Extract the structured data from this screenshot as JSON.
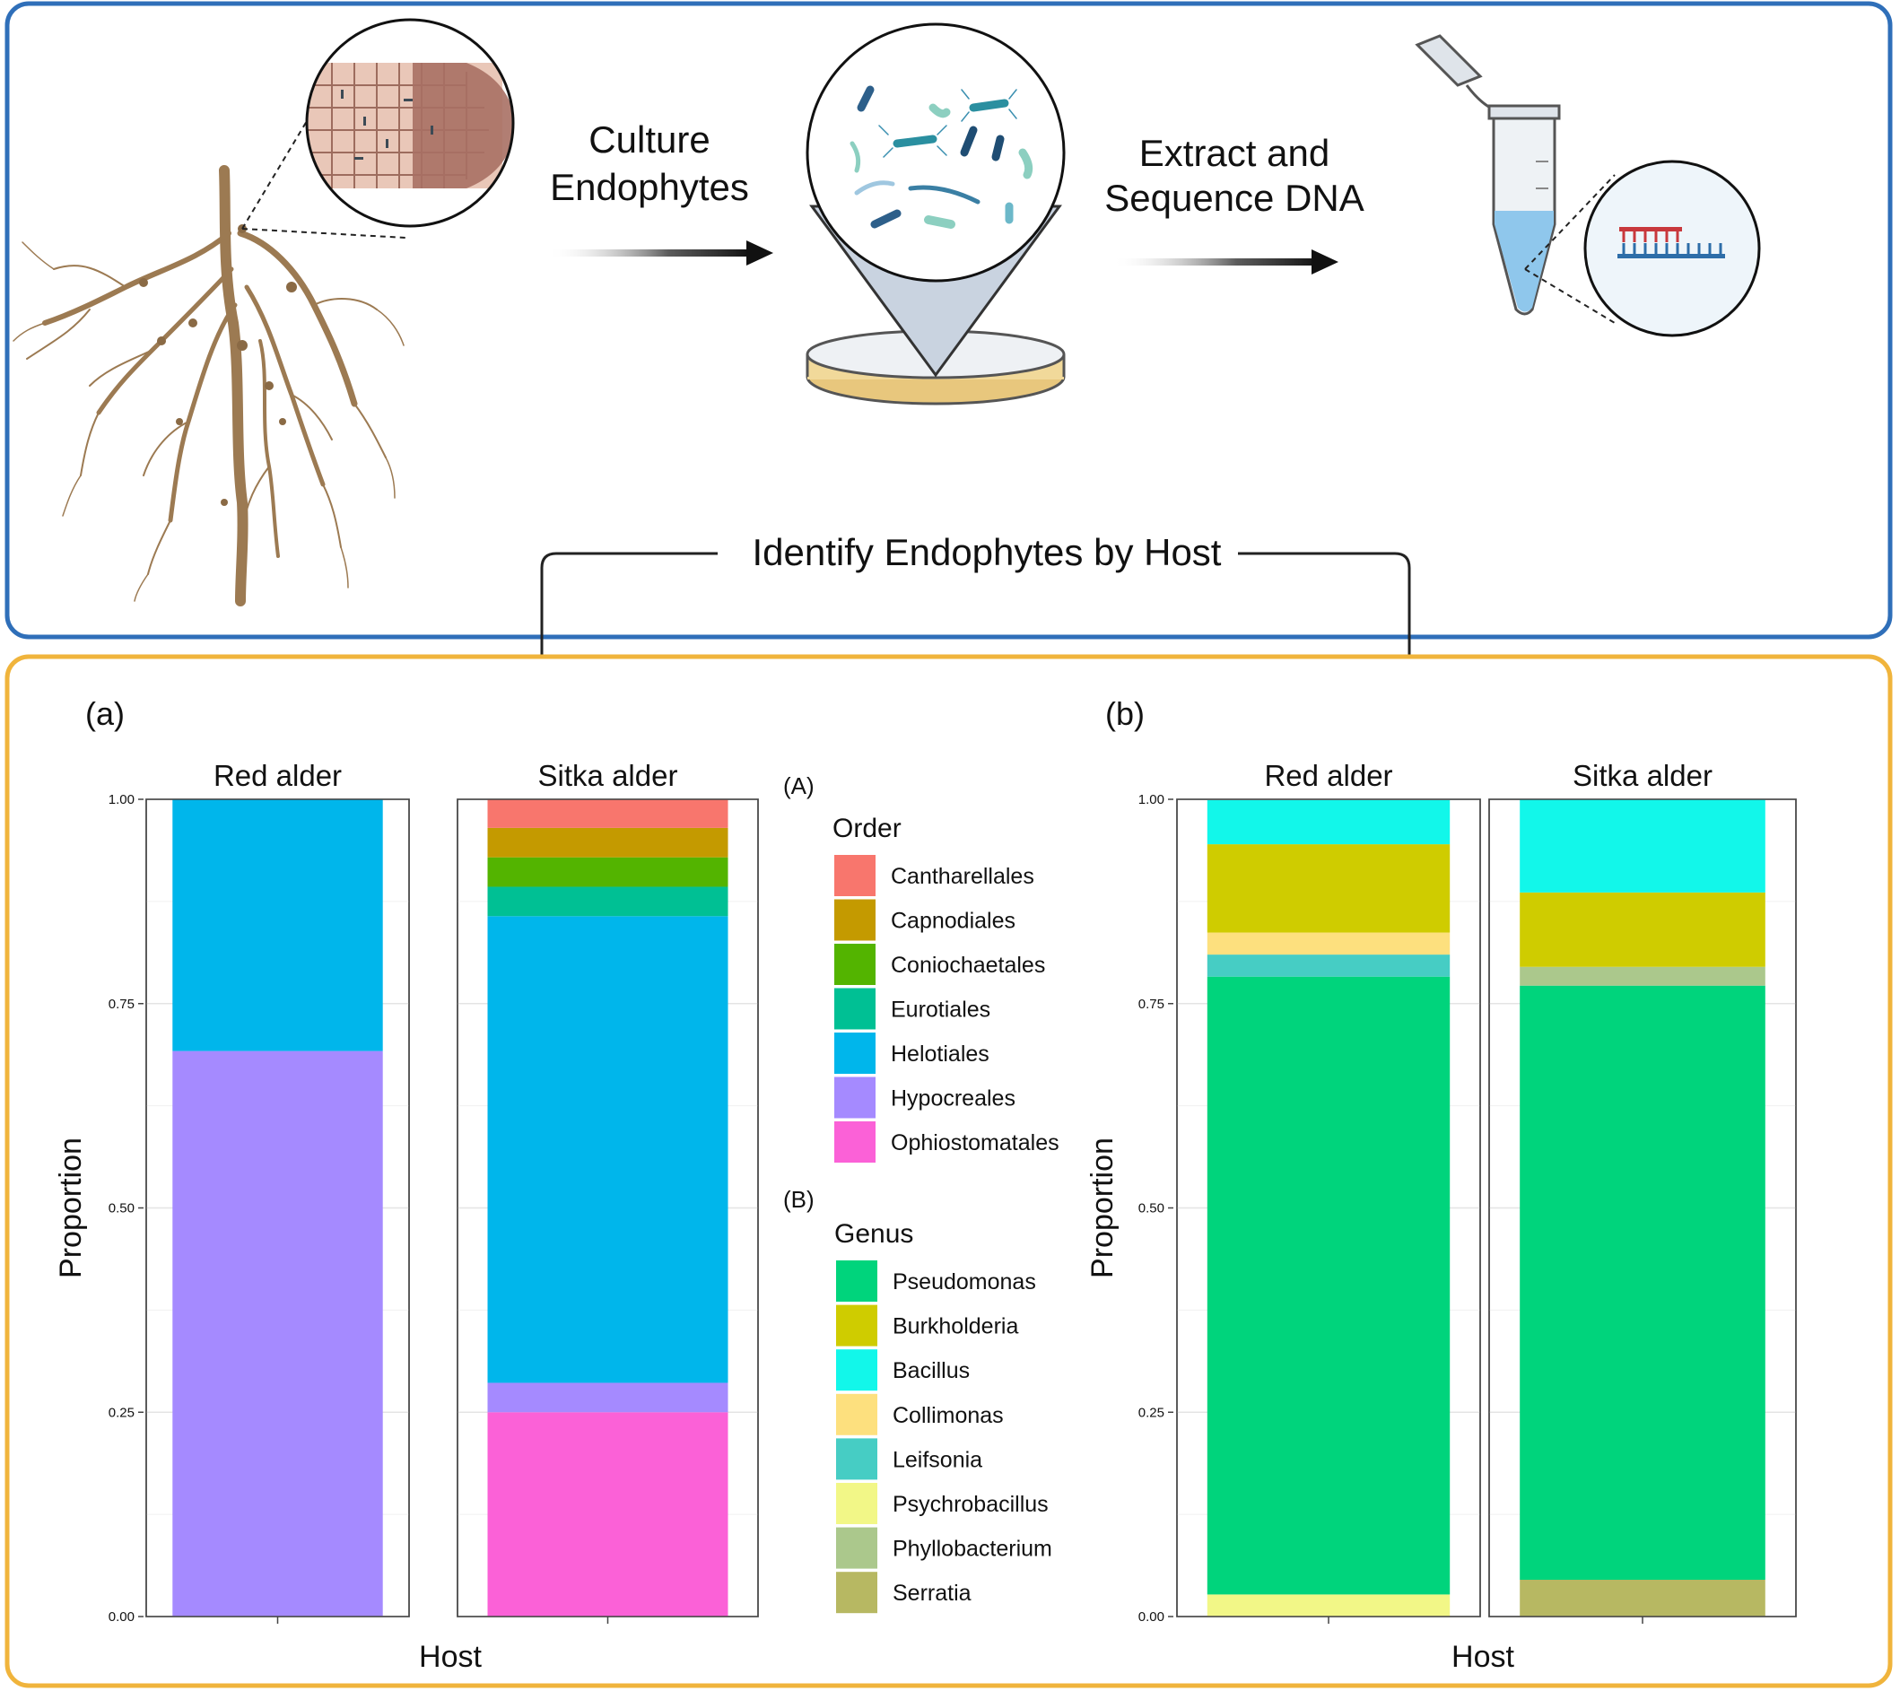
{
  "workflow": {
    "step1": [
      "Culture",
      "Endophytes"
    ],
    "step2": [
      "Extract and",
      "Sequence DNA"
    ],
    "step3": "Identify Endophytes by Host",
    "colors": {
      "top_frame": "#2f6fb9",
      "bottom_frame": "#f0b43c"
    }
  },
  "chart_data": [
    {
      "type": "bar",
      "stacked": true,
      "panel_label": "(a)",
      "categories": [
        "Red alder",
        "Sitka alder"
      ],
      "xlabel": "Host",
      "ylabel": "Proportion",
      "ylim": [
        0,
        1
      ],
      "yticks": [
        "0.00",
        "0.25",
        "0.50",
        "0.75",
        "1.00"
      ],
      "legend_tag": "(A)",
      "legend_title": "Order",
      "series": [
        {
          "name": "Ophiostomatales",
          "color": "#fb61d7",
          "values": [
            0.0,
            0.25
          ]
        },
        {
          "name": "Hypocreales",
          "color": "#a58aff",
          "values": [
            0.692,
            0.036
          ]
        },
        {
          "name": "Helotiales",
          "color": "#00b6eb",
          "values": [
            0.308,
            0.571
          ]
        },
        {
          "name": "Eurotiales",
          "color": "#00c094",
          "values": [
            0.0,
            0.036
          ]
        },
        {
          "name": "Coniochaetales",
          "color": "#53b400",
          "values": [
            0.0,
            0.036
          ]
        },
        {
          "name": "Capnodiales",
          "color": "#c49a00",
          "values": [
            0.0,
            0.036
          ]
        },
        {
          "name": "Cantharellales",
          "color": "#f8766d",
          "values": [
            0.0,
            0.035
          ]
        }
      ],
      "legend_order": [
        "Cantharellales",
        "Capnodiales",
        "Coniochaetales",
        "Eurotiales",
        "Helotiales",
        "Hypocreales",
        "Ophiostomatales"
      ]
    },
    {
      "type": "bar",
      "stacked": true,
      "panel_label": "(b)",
      "categories": [
        "Red alder",
        "Sitka alder"
      ],
      "xlabel": "Host",
      "ylabel": "Proportion",
      "ylim": [
        0,
        1
      ],
      "yticks": [
        "0.00",
        "0.25",
        "0.50",
        "0.75",
        "1.00"
      ],
      "legend_tag": "(B)",
      "legend_title": "Genus",
      "series": [
        {
          "name": "Serratia",
          "color": "#b7b862",
          "values": [
            0.0,
            0.045
          ]
        },
        {
          "name": "Psychrobacillus",
          "color": "#f2f787",
          "values": [
            0.027,
            0.0
          ]
        },
        {
          "name": "Pseudomonas",
          "color": "#00d47c",
          "values": [
            0.756,
            0.727
          ]
        },
        {
          "name": "Phyllobacterium",
          "color": "#abc88c",
          "values": [
            0.0,
            0.023
          ]
        },
        {
          "name": "Leifsonia",
          "color": "#46cdc4",
          "values": [
            0.027,
            0.0
          ]
        },
        {
          "name": "Collimonas",
          "color": "#fde07e",
          "values": [
            0.027,
            0.0
          ]
        },
        {
          "name": "Burkholderia",
          "color": "#cfcc00",
          "values": [
            0.108,
            0.091
          ]
        },
        {
          "name": "Bacillus",
          "color": "#12f7ea",
          "values": [
            0.054,
            0.114
          ]
        }
      ],
      "legend_order": [
        "Pseudomonas",
        "Burkholderia",
        "Bacillus",
        "Collimonas",
        "Leifsonia",
        "Psychrobacillus",
        "Phyllobacterium",
        "Serratia"
      ]
    }
  ]
}
